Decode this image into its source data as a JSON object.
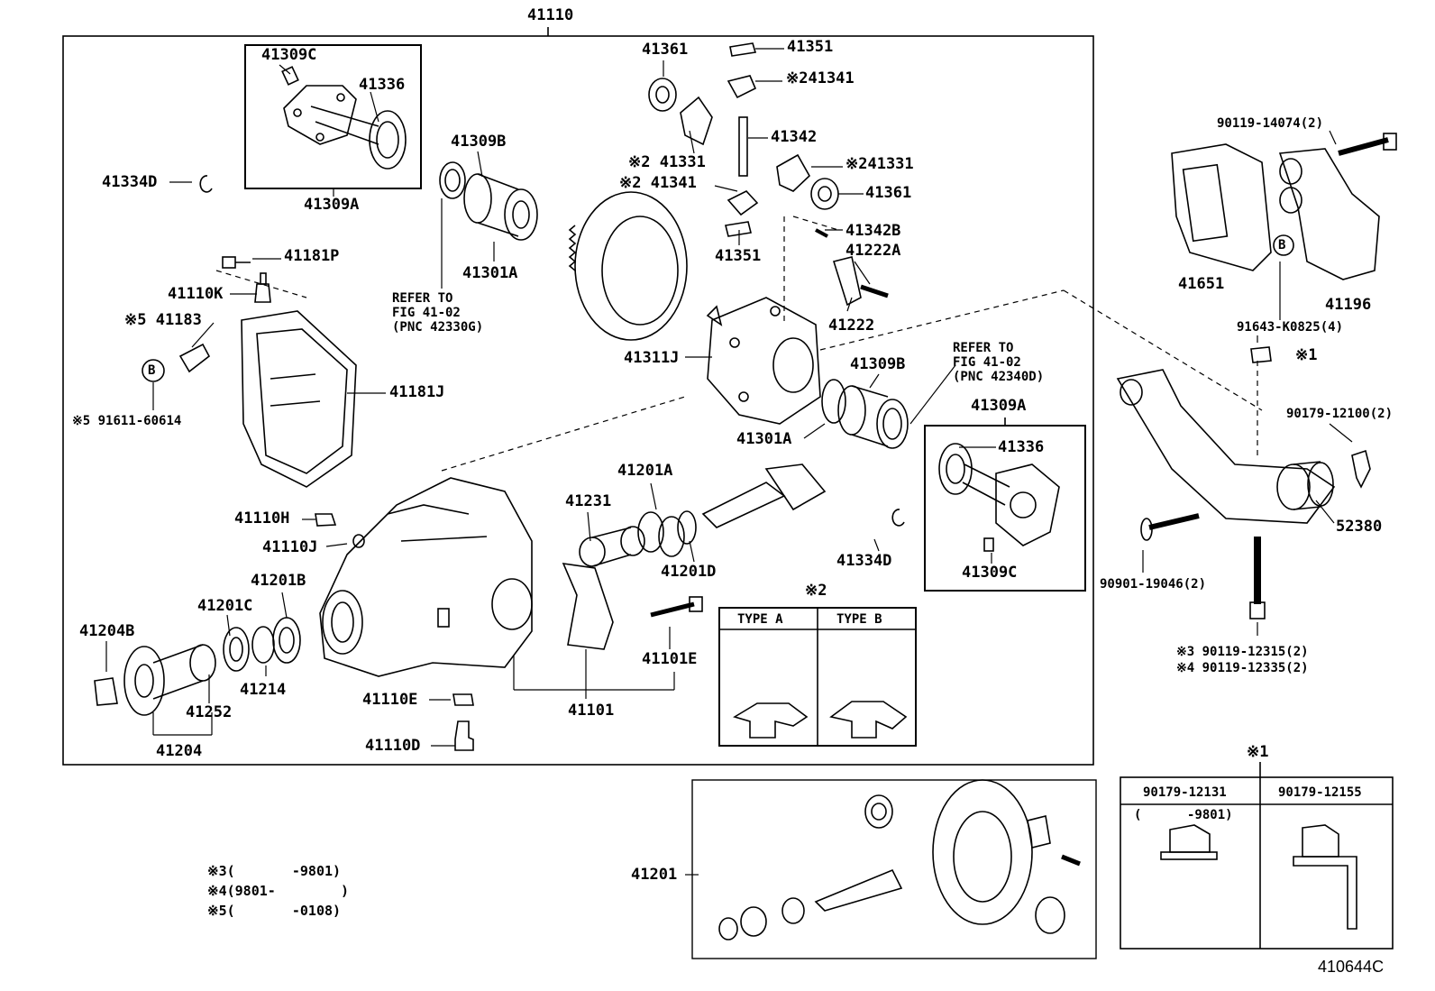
{
  "labels": {
    "l41110": "41110",
    "l41309C_a": "41309C",
    "l41336_a": "41336",
    "l41309A_a": "41309A",
    "l41334D_a": "41334D",
    "l41309B_a": "41309B",
    "l41301A_a": "41301A",
    "l41181P": "41181P",
    "l41110K": "41110K",
    "l41183": "※5 41183",
    "l91611": "※5 91611-60614",
    "l41181J": "41181J",
    "l41361_a": "41361",
    "l41351_a": "41351",
    "l41341_a": "※241341",
    "l41342": "41342",
    "l41331_a": "※2 41331",
    "l41341_b": "※2 41341",
    "l41351_b": "41351",
    "l41331_b": "※241331",
    "l41361_b": "41361",
    "l41342B": "41342B",
    "l41222A": "41222A",
    "l41222": "41222",
    "l41311J": "41311J",
    "l41309B_b": "41309B",
    "l41301A_b": "41301A",
    "l41309A_b": "41309A",
    "l41336_b": "41336",
    "l41309C_b": "41309C",
    "l41334D_b": "41334D",
    "l41201A": "41201A",
    "l41231": "41231",
    "l41201D": "41201D",
    "l41110H": "41110H",
    "l41110J": "41110J",
    "l41201B": "41201B",
    "l41201C": "41201C",
    "l41204B": "41204B",
    "l41214": "41214",
    "l41252": "41252",
    "l41204": "41204",
    "l41101": "41101",
    "l41101E": "41101E",
    "l41110E": "41110E",
    "l41110D": "41110D",
    "l41201": "41201",
    "l90119_14074": "90119-14074(2)",
    "l41651": "41651",
    "l41196": "41196",
    "l91643": "91643-K0825(4)",
    "lx1_nut": "※1",
    "l90179_12100": "90179-12100(2)",
    "l52380": "52380",
    "l90901": "90901-19046(2)",
    "l90119_12315": "※3 90119-12315(2)",
    "l90119_12335": "※4 90119-12335(2)",
    "lx2": "※2",
    "type_a": "TYPE A",
    "type_b": "TYPE B",
    "lx1_table": "※1",
    "l90179_12131": "90179-12131",
    "l90179_12155": "90179-12155",
    "l9801_range": "(      -9801)",
    "fig_code": "410644C",
    "b_mark_a": "B",
    "b_mark_b": "B"
  },
  "refer_notes": {
    "left": "REFER TO\nFIG 41-02\n(PNC 42330G)",
    "right": "REFER TO\nFIG 41-02\n(PNC 42340D)"
  },
  "footnotes": {
    "n3": "※3(       -9801)",
    "n4": "※4(9801-        )",
    "n5": "※5(       -0108)"
  },
  "colors": {
    "line": "#000000",
    "background": "#ffffff"
  }
}
